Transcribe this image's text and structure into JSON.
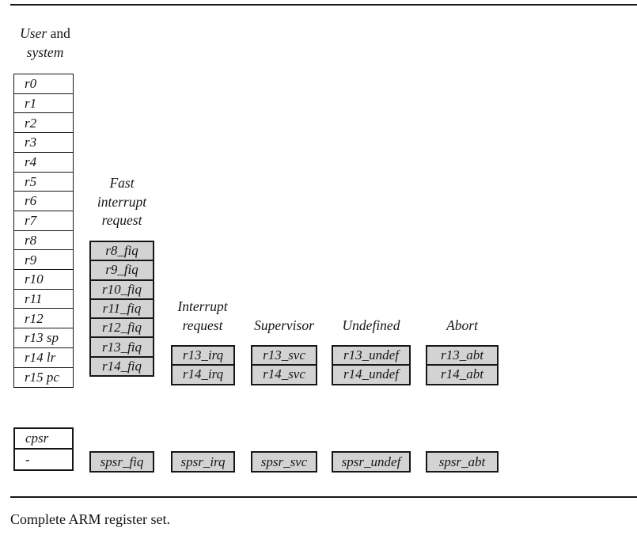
{
  "figure": {
    "caption": "Complete ARM register set."
  },
  "colors": {
    "banked_fill": "#d3d3d3",
    "line": "#161616",
    "text": "#161616",
    "background": "#ffffff"
  },
  "columns": {
    "user": {
      "header": {
        "mode_word": "User",
        "conjunction": " and",
        "line2": "system"
      },
      "cells": [
        "r0",
        "r1",
        "r2",
        "r3",
        "r4",
        "r5",
        "r6",
        "r7",
        "r8",
        "r9",
        "r10",
        "r11",
        "r12",
        "r13 sp",
        "r14 lr",
        "r15 pc"
      ]
    },
    "fiq": {
      "header": [
        "Fast",
        "interrupt",
        "request"
      ],
      "cells": [
        "r8_fiq",
        "r9_fiq",
        "r10_fiq",
        "r11_fiq",
        "r12_fiq",
        "r13_fiq",
        "r14_fiq"
      ]
    },
    "irq": {
      "header": [
        "Interrupt",
        "request"
      ],
      "cells": [
        "r13_irq",
        "r14_irq"
      ]
    },
    "svc": {
      "header": [
        "Supervisor"
      ],
      "cells": [
        "r13_svc",
        "r14_svc"
      ]
    },
    "undef": {
      "header": [
        "Undefined"
      ],
      "cells": [
        "r13_undef",
        "r14_undef"
      ]
    },
    "abt": {
      "header": [
        "Abort"
      ],
      "cells": [
        "r13_abt",
        "r14_abt"
      ]
    }
  },
  "status_row": {
    "cpsr": "cpsr",
    "no_spsr": "-",
    "spsr": [
      "spsr_fiq",
      "spsr_irq",
      "spsr_svc",
      "spsr_undef",
      "spsr_abt"
    ]
  }
}
